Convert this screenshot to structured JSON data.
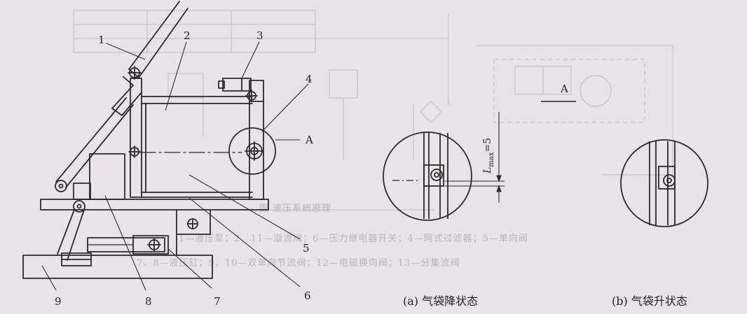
{
  "colors": {
    "paper": "#e9e2e9",
    "ink": "#2a2a2a",
    "ghost": "#b9b2ba"
  },
  "figure": {
    "part_labels": [
      "1",
      "2",
      "3",
      "4",
      "5",
      "6",
      "7",
      "8",
      "9"
    ],
    "detail_label": "A",
    "dimension": {
      "symbol": "L",
      "subscript": "max",
      "value": "=5"
    },
    "captions": {
      "a": "(a) 气袋降状态",
      "b": "(b) 气袋升状态"
    }
  },
  "background_bleed": {
    "ghost_caption": "图 液压系统原理",
    "ghost_line_1": "1—液压泵；2、11—溢流阀；6—压力继电器开关；4—网式过滤器；5—单向阀",
    "ghost_line_2": "7、8—液压缸；9、10—双单向节流阀；12—电磁换向阀；13—分集流阀"
  }
}
